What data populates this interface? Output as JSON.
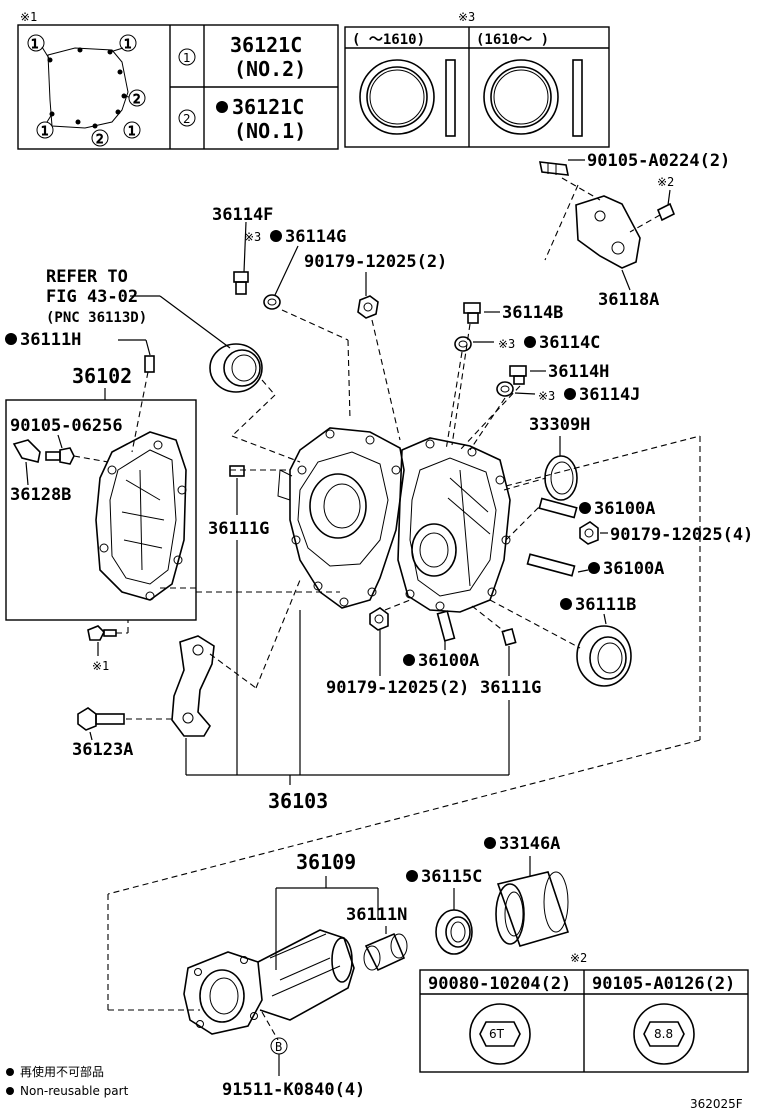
{
  "top_left_table": {
    "note_mark": "※1",
    "rows": [
      {
        "key": "1",
        "part": "36121C",
        "sub": "(NO.2)",
        "nonreusable": false
      },
      {
        "key": "2",
        "part": "36121C",
        "sub": "(NO.1)",
        "nonreusable": true
      }
    ]
  },
  "top_right_table": {
    "note_mark": "※3",
    "col1": "(   ～1610)",
    "col2": "(1610～    )"
  },
  "labels": {
    "p90105_A0224": "90105-A0224(2)",
    "mark2_top": "※2",
    "p36118A": "36118A",
    "p36114F": "36114F",
    "mark3_a": "※3",
    "p36114G": "36114G",
    "p90179_12025_2a": "90179-12025(2)",
    "refer_to": "REFER TO",
    "fig": "FIG 43-02",
    "pnc": "(PNC 36113D)",
    "p36111H": "36111H",
    "p36102": "36102",
    "p90105_06256": "90105-06256",
    "p36128B": "36128B",
    "p36114B": "36114B",
    "mark3_b": "※3",
    "p36114C": "36114C",
    "p36114H": "36114H",
    "mark3_c": "※3",
    "p36114J": "36114J",
    "p33309H": "33309H",
    "p36100A_a": "36100A",
    "p90179_12025_4": "90179-12025(4)",
    "p36100A_b": "36100A",
    "p36111G_a": "36111G",
    "p36111B": "36111B",
    "mark1_b": "※1",
    "p36100A_c": "36100A",
    "p90179_12025_2b": "90179-12025(2)",
    "p36111G_b": "36111G",
    "p36123A": "36123A",
    "p36103": "36103",
    "p33146A": "33146A",
    "p36109": "36109",
    "p36115C": "36115C",
    "p36111N": "36111N",
    "b_marker": "B",
    "p91511": "91511-K0840(4)"
  },
  "bottom_table": {
    "note_mark": "※2",
    "col1_part": "90080-10204(2)",
    "col2_part": "90105-A0126(2)",
    "col1_icon": "6T",
    "col2_icon": "8.8"
  },
  "legend": {
    "jp": "再使用不可部品",
    "en": "Non-reusable part"
  },
  "figure_id": "362025F"
}
